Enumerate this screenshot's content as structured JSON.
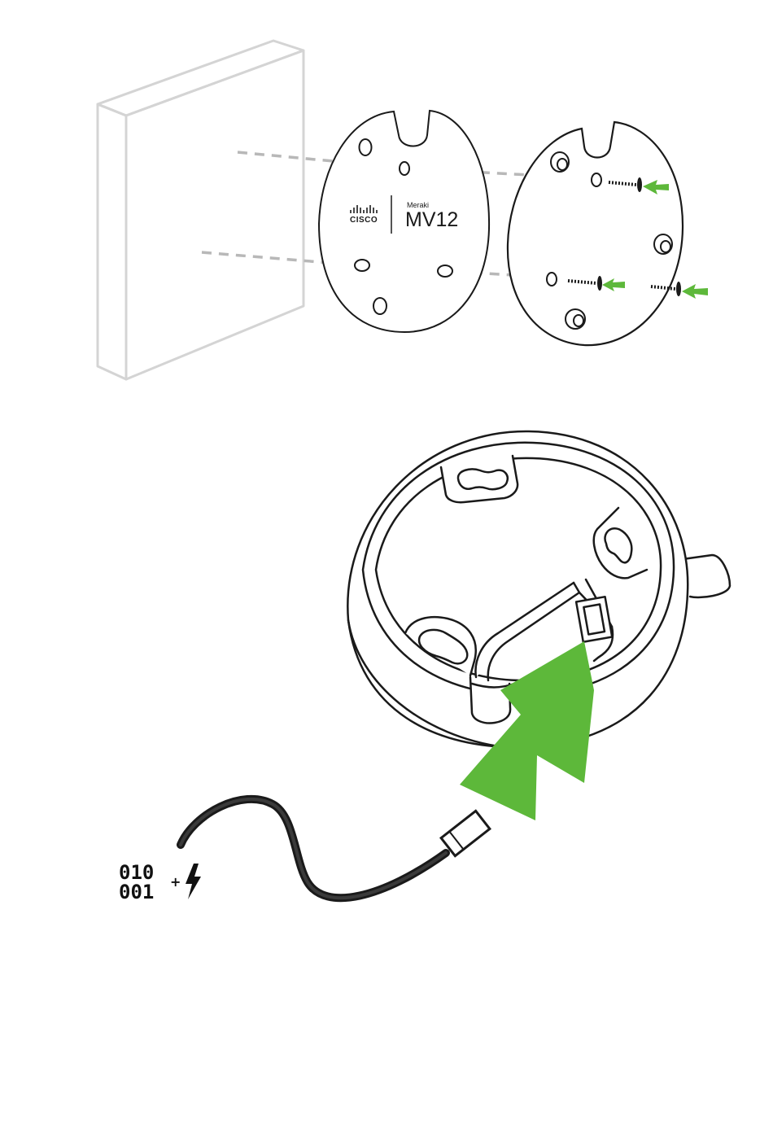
{
  "mount_plate": {
    "brand": "CISCO",
    "sub_brand": "Meraki",
    "model": "MV12"
  },
  "cable_label": {
    "data_line_1": "010",
    "data_line_2": "001",
    "plus": "+",
    "icon": "lightning-bolt-icon"
  },
  "colors": {
    "arrow_green": "#5db83a",
    "wall_outline": "#d4d4d4",
    "guide_dash": "#b8b8b8",
    "line": "#1a1a1a"
  }
}
